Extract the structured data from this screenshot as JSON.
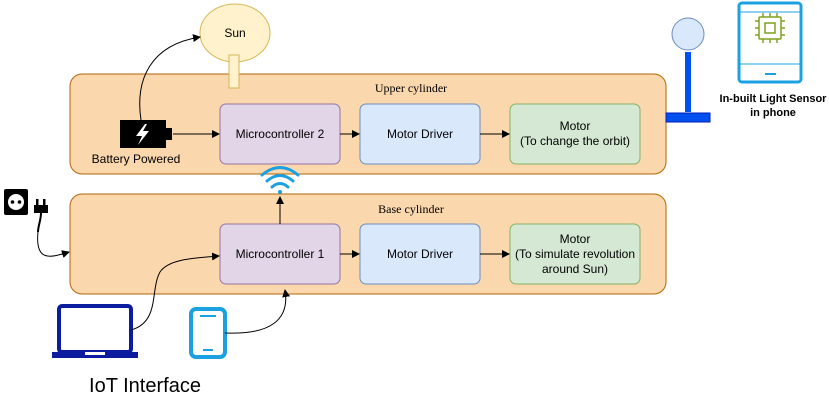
{
  "upper_cylinder": {
    "title": "Upper cylinder"
  },
  "base_cylinder": {
    "title": "Base cylinder"
  },
  "sun": {
    "label": "Sun"
  },
  "battery": {
    "label": "Battery Powered"
  },
  "upper_nodes": {
    "microcontroller": "Microcontroller 2",
    "driver": "Motor Driver",
    "motor_line1": "Motor",
    "motor_line2": "(To change the orbit)"
  },
  "base_nodes": {
    "microcontroller": "Microcontroller 1",
    "driver": "Motor Driver",
    "motor_line1": "Motor",
    "motor_line2": "(To simulate revolution",
    "motor_line3": "around Sun)"
  },
  "sensor": {
    "line1": "In-built Light Sensor",
    "line2": "in phone"
  },
  "iot": {
    "label": "IoT Interface"
  },
  "colors": {
    "cylinder_fill": "#fad7ac",
    "cylinder_stroke": "#b46504",
    "microcontroller_fill": "#e1d5e7",
    "microcontroller_stroke": "#9673a6",
    "driver_fill": "#dae8fc",
    "driver_stroke": "#6c8ebf",
    "motor_fill": "#d5e8d4",
    "motor_stroke": "#82b366",
    "sun_fill": "#fff2cc",
    "sun_stroke": "#d6b656",
    "device_blue": "#1ba1e2",
    "laptop_blue": "#0b1c9e",
    "stand_blue": "#0050ef",
    "stand_ball": "#dae8fc"
  }
}
